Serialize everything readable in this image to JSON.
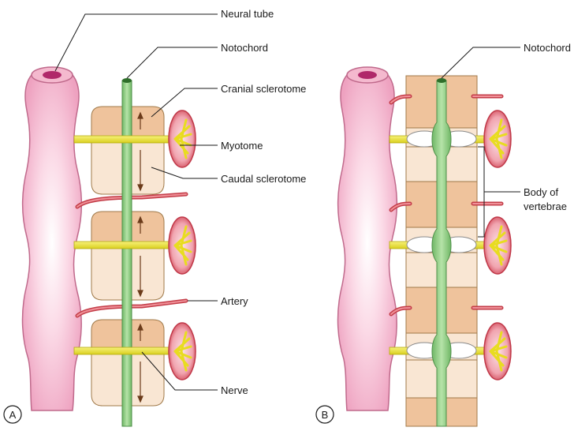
{
  "panels": {
    "a": {
      "letter": "A",
      "labels": {
        "neural_tube": "Neural tube",
        "notochord": "Notochord",
        "cranial_sclerotome": "Cranial sclerotome",
        "myotome": "Myotome",
        "caudal_sclerotome": "Caudal sclerotome",
        "artery": "Artery",
        "nerve": "Nerve"
      }
    },
    "b": {
      "letter": "B",
      "labels": {
        "notochord": "Notochord",
        "body_of_vertebrae_line1": "Body of",
        "body_of_vertebrae_line2": "vertebrae"
      }
    }
  },
  "colors": {
    "neural_tube": "#f2b6cc",
    "neural_tube_edge": "#c06a8c",
    "notochord": "#98d08e",
    "sclerotome_light": "#f9e6d3",
    "sclerotome_dark": "#efc39c",
    "nerve": "#f1e83a",
    "artery": "#e0606a",
    "myotome": "#d94a5a"
  }
}
